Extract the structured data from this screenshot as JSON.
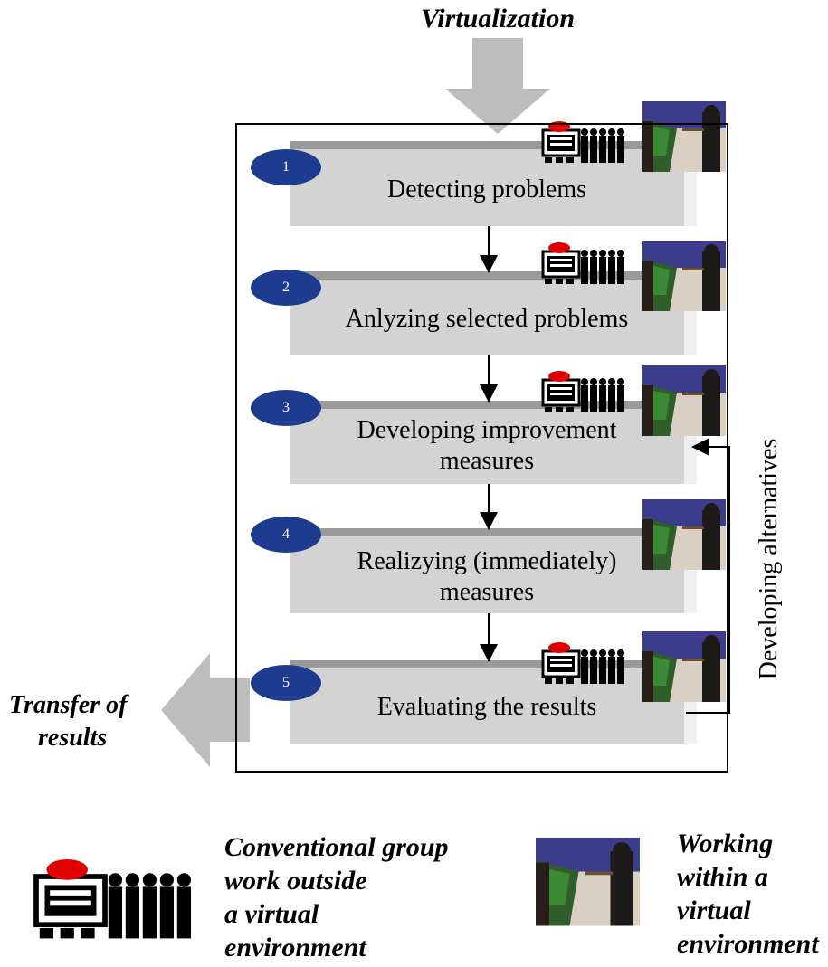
{
  "header": {
    "virtualization_label": "Virtualization"
  },
  "steps": [
    {
      "number": "1",
      "label_lines": [
        "Detecting problems"
      ]
    },
    {
      "number": "2",
      "label_lines": [
        "Anlyzing selected problems"
      ]
    },
    {
      "number": "3",
      "label_lines": [
        "Developing improvement",
        "measures"
      ]
    },
    {
      "number": "4",
      "label_lines": [
        "Realizying (immediately)",
        "measures"
      ]
    },
    {
      "number": "5",
      "label_lines": [
        "Evaluating the results"
      ]
    }
  ],
  "side": {
    "feedback_label": "Developing alternatives"
  },
  "output": {
    "transfer_label_lines": [
      "Transfer of",
      "results"
    ]
  },
  "legend": {
    "conventional_lines": [
      "Conventional group",
      "work outside",
      "a virtual",
      "environment"
    ],
    "virtual_lines": [
      "Working",
      "within a",
      "virtual",
      "environment"
    ]
  },
  "colors": {
    "badge": "#1d3b8f",
    "box": "#d3d3d3",
    "box_top": "#9a9a9a",
    "arrow": "#bdbdbd"
  }
}
